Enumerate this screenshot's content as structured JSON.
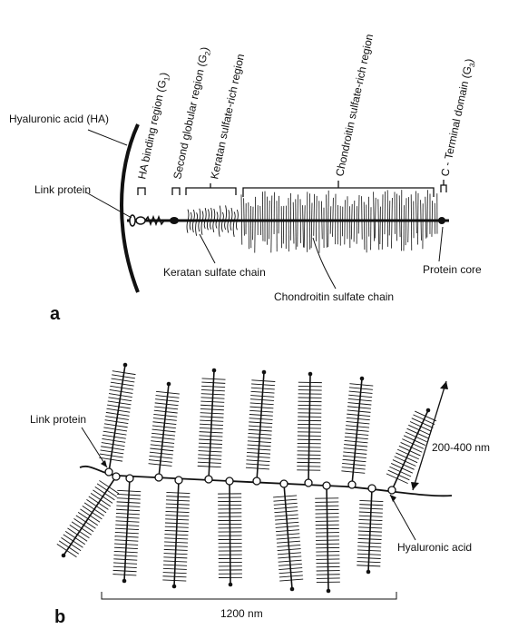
{
  "panel_a": {
    "letter": "a",
    "labels": {
      "hyaluronic_acid": "Hyaluronic acid (HA)",
      "link_protein": "Link protein",
      "ha_binding": "HA binding region (G",
      "ha_binding_sub": "1",
      "second_globular": "Second globular region (G",
      "second_globular_sub": "2",
      "keratan_region": "Keratan sulfate-rich region",
      "chondroitin_region": "Chondroitin sulfate-rich region",
      "c_terminal": "C - Terminal domain (G",
      "c_terminal_sub": "3",
      "paren": ")",
      "keratan_chain": "Keratan sulfate chain",
      "chondroitin_chain": "Chondroitin sulfate chain",
      "protein_core": "Protein core"
    }
  },
  "panel_b": {
    "letter": "b",
    "labels": {
      "link_protein": "Link protein",
      "length_span": "200-400 nm",
      "hyaluronic_acid": "Hyaluronic acid",
      "backbone_span": "1200 nm"
    }
  },
  "colors": {
    "ink": "#111111",
    "background": "#ffffff"
  }
}
